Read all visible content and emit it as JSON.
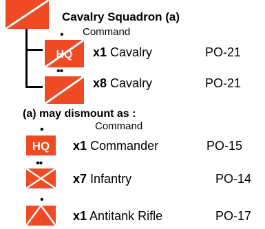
{
  "colors": {
    "symbol_fill": "#ef4a23",
    "symbol_mark": "#ffffff",
    "text": "#000000",
    "tree_line": "#000000"
  },
  "squadron": {
    "title": "Cavalry Squadron (a)",
    "command_label": "Command",
    "echelon_dots": {
      "hq": "•",
      "cavalry": "••"
    },
    "units": [
      {
        "symbol": "cavalry-hq-icon",
        "symbol_text": "HQ",
        "count": "x1",
        "name": "Cavalry",
        "code": "PO-21"
      },
      {
        "symbol": "cavalry-icon",
        "count": "x8",
        "name": "Cavalry",
        "code": "PO-21"
      }
    ]
  },
  "dismount": {
    "note": "(a) may dismount as :",
    "command_label": "Command",
    "echelon_dots": {
      "hq": "•",
      "infantry": "••",
      "antitank": "•"
    },
    "units": [
      {
        "symbol": "hq-icon",
        "symbol_text": "HQ",
        "count": "x1",
        "name": "Commander",
        "code": "PO-15"
      },
      {
        "symbol": "infantry-icon",
        "count": "x7",
        "name": "Infantry",
        "code": "PO-14"
      },
      {
        "symbol": "antitank-rifle-icon",
        "count": "x1",
        "name": "Antitank Rifle",
        "code": "PO-17"
      }
    ]
  }
}
